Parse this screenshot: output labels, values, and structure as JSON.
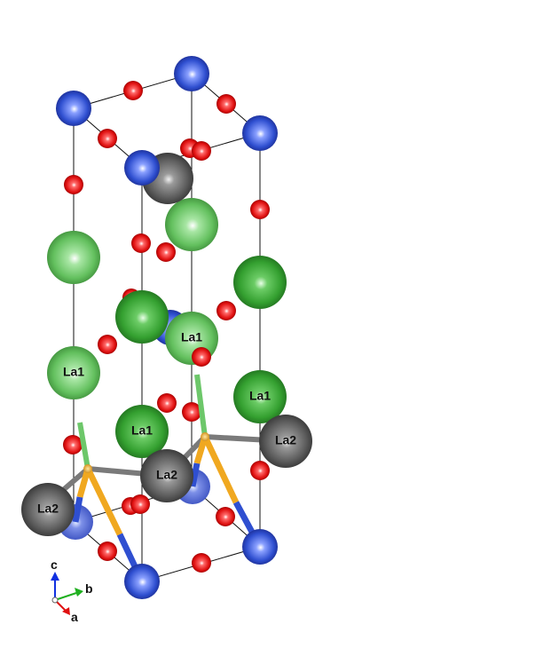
{
  "colors": {
    "lanthanum_light": "#6dc76a",
    "lanthanum_dark": "#3a9a3a",
    "la2": "#5a5a5a",
    "blue_atom": "#2f4fd0",
    "oxygen": "#e01010",
    "gold_atom": "#f0a820",
    "cell_edge": "#111111",
    "axis_a": "#e01010",
    "axis_b": "#20b020",
    "axis_c": "#1030e0"
  },
  "atom_labels": {
    "la1": "La1",
    "la2": "La2"
  },
  "axes": {
    "a": "a",
    "b": "b",
    "c": "c"
  }
}
